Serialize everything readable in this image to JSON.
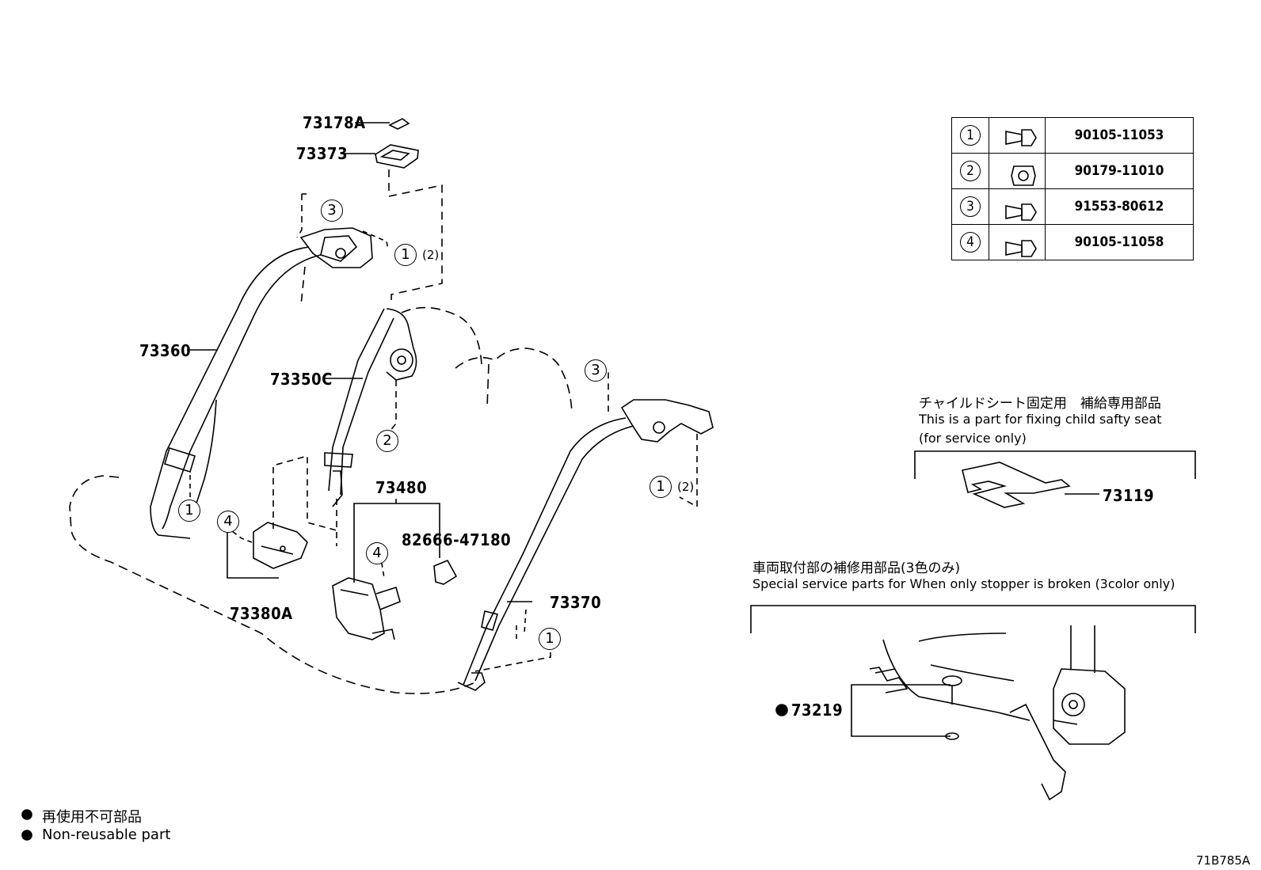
{
  "parts": {
    "p73178a": "73178A",
    "p73373": "73373",
    "p73360": "73360",
    "p73350c": "73350C",
    "p73480": "73480",
    "p82666": "82666-47180",
    "p73380a": "73380A",
    "p73370": "73370",
    "p73119": "73119",
    "p73219": "73219"
  },
  "callouts": {
    "one": "1",
    "two": "2",
    "three": "3",
    "four": "4",
    "qty2": "(2)"
  },
  "fastener_table": [
    {
      "ref": "1",
      "icon": "bolt-icon",
      "part": "90105-11053"
    },
    {
      "ref": "2",
      "icon": "nut-icon",
      "part": "90179-11010"
    },
    {
      "ref": "3",
      "icon": "bolt-icon",
      "part": "91553-80612"
    },
    {
      "ref": "4",
      "icon": "bolt-icon",
      "part": "90105-11058"
    }
  ],
  "child_seat_note": {
    "jp": "チャイルドシート固定用　補給専用部品",
    "en1": "This is a part for fixing child safty seat",
    "en2": "(for service only)"
  },
  "stopper_note": {
    "jp": "車両取付部の補修用部品(3色のみ)",
    "en": "Special service parts for When only stopper is broken (3color only)"
  },
  "legend": {
    "jp": "再使用不可部品",
    "en": "Non-reusable part"
  },
  "drawing_code": "71B785A"
}
